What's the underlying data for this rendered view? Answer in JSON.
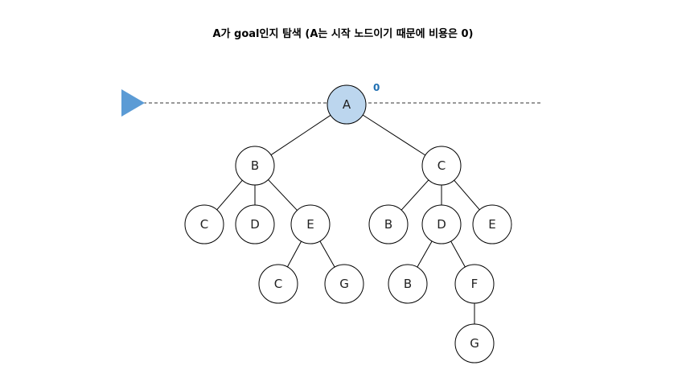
{
  "title": "A가 goal인지 탐색 (A는 시작 노드이기 때문에 비용은 0)",
  "colors": {
    "current_fill": "#bcd6ee",
    "node_fill": "#ffffff",
    "node_stroke": "#000000",
    "pointer": "#5b9bd5",
    "cost": "#1f6fb2"
  },
  "current_cost": "0",
  "nodes": [
    {
      "id": "n1",
      "label": "A",
      "current": true
    },
    {
      "id": "n2",
      "label": "B"
    },
    {
      "id": "n3",
      "label": "C"
    },
    {
      "id": "n4",
      "label": "C"
    },
    {
      "id": "n5",
      "label": "D"
    },
    {
      "id": "n6",
      "label": "E"
    },
    {
      "id": "n7",
      "label": "B"
    },
    {
      "id": "n8",
      "label": "D"
    },
    {
      "id": "n9",
      "label": "E"
    },
    {
      "id": "n10",
      "label": "C"
    },
    {
      "id": "n11",
      "label": "G"
    },
    {
      "id": "n12",
      "label": "B"
    },
    {
      "id": "n13",
      "label": "F"
    },
    {
      "id": "n14",
      "label": "G"
    }
  ],
  "edges": [
    [
      "n1",
      "n2"
    ],
    [
      "n1",
      "n3"
    ],
    [
      "n2",
      "n4"
    ],
    [
      "n2",
      "n5"
    ],
    [
      "n2",
      "n6"
    ],
    [
      "n3",
      "n7"
    ],
    [
      "n3",
      "n8"
    ],
    [
      "n3",
      "n9"
    ],
    [
      "n6",
      "n10"
    ],
    [
      "n6",
      "n11"
    ],
    [
      "n8",
      "n12"
    ],
    [
      "n8",
      "n13"
    ],
    [
      "n13",
      "n14"
    ]
  ]
}
